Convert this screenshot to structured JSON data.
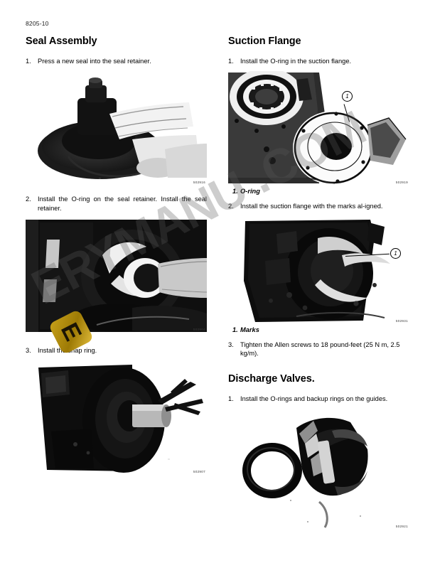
{
  "page": {
    "header_code": "8205-10"
  },
  "watermark": {
    "text": "ERYMANU   .COM",
    "badge_glyph": "E"
  },
  "left_column": {
    "section_title": "Seal Assembly",
    "steps": [
      {
        "num": "1.",
        "text": "Press a new seal into the seal retainer."
      },
      {
        "num": "2.",
        "text": "Install the O-ring on the seal retainer. Install the seal retainer."
      },
      {
        "num": "3.",
        "text": "Install the snap ring."
      }
    ],
    "figures": [
      {
        "code": "502916",
        "alt": "hand-pressing-seal-into-retainer"
      },
      {
        "code": "502904",
        "alt": "seal-retainer-on-pump-shaft"
      },
      {
        "code": "502907",
        "alt": "snap-ring-pliers-on-pump-shaft"
      }
    ]
  },
  "right_column": {
    "section_title": "Suction Flange",
    "section_title_2": "Discharge Valves.",
    "steps": [
      {
        "num": "1.",
        "text": "Install the O-ring in the suction flange."
      },
      {
        "num": "2.",
        "text": "Install the suction flange with the marks al-igned."
      },
      {
        "num": "3.",
        "text": "Tighten the Allen screws to 18 pound-feet (25 N m, 2.5 kg/m)."
      }
    ],
    "steps_2": [
      {
        "num": "1.",
        "text": "Install the O-rings and backup rings on the guides."
      }
    ],
    "figures": [
      {
        "code": "502919",
        "alt": "pump-housing-with-suction-flange",
        "callout": "1",
        "caption_num": "1.",
        "caption_text": "O-ring"
      },
      {
        "code": "502931",
        "alt": "suction-flange-installed-marks",
        "callout": "1",
        "caption_num": "1.",
        "caption_text": "Marks"
      },
      {
        "code": "502921",
        "alt": "o-ring-and-valve-guide"
      }
    ]
  }
}
